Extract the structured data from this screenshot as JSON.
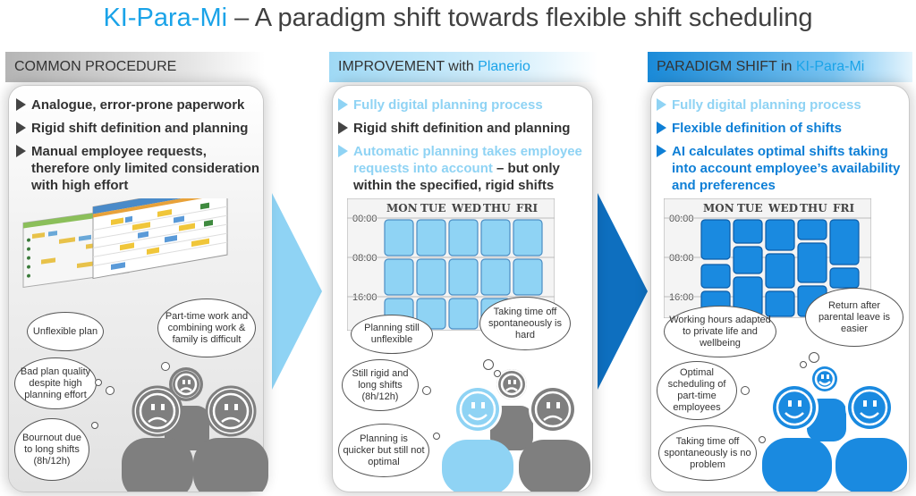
{
  "title": {
    "brand": "KI-Para-Mi",
    "rest": " – A paradigm shift towards flexible shift scheduling"
  },
  "col1": {
    "header": "COMMON PROCEDURE",
    "bullets": [
      "Analogue, error-prone paperwork",
      "Rigid shift definition and planning",
      "Manual employee requests, therefore only limited consideration with high effort"
    ],
    "clouds": [
      "Unflexible plan",
      "Part-time work and combining work & family is difficult",
      "Bad plan quality despite high planning effort",
      "Bournout due to long shifts (8h/12h)"
    ]
  },
  "col2": {
    "header_pre": "IMPROVEMENT with ",
    "header_accent": "Planerio",
    "bullet1": "Fully digital planning process",
    "bullet2": "Rigid shift definition and planning",
    "bullet3_light": "Automatic planning takes employee requests into account",
    "bullet3_dark": " – but only within the specified, rigid shifts",
    "clouds": [
      "Planning still unflexible",
      "Taking time off spontaneously is hard",
      "Still rigid and long shifts (8h/12h)",
      "Planning is quicker but still not optimal"
    ]
  },
  "col3": {
    "header_pre": "PARADIGM SHIFT in ",
    "header_accent": "KI-Para-Mi",
    "bullet1": "Fully digital planning process",
    "bullet2": "Flexible definition of shifts",
    "bullet3": "AI calculates optimal shifts taking into account employee’s availability and preferences",
    "clouds": [
      "Working hours adapted to private life and wellbeing",
      "Return after parental leave is easier",
      "Optimal scheduling of part-time employees",
      "Taking time off spontaneously is no problem"
    ]
  },
  "schedule": {
    "days": [
      "MON",
      "TUE",
      "WED",
      "THU",
      "FRI"
    ],
    "times": [
      "00:00",
      "08:00",
      "16:00"
    ]
  },
  "colors": {
    "accent": "#1aa3e8",
    "light_blue": "#8fd3f4",
    "dark_blue": "#0e7fd6",
    "gray": "#7f7f7f"
  }
}
